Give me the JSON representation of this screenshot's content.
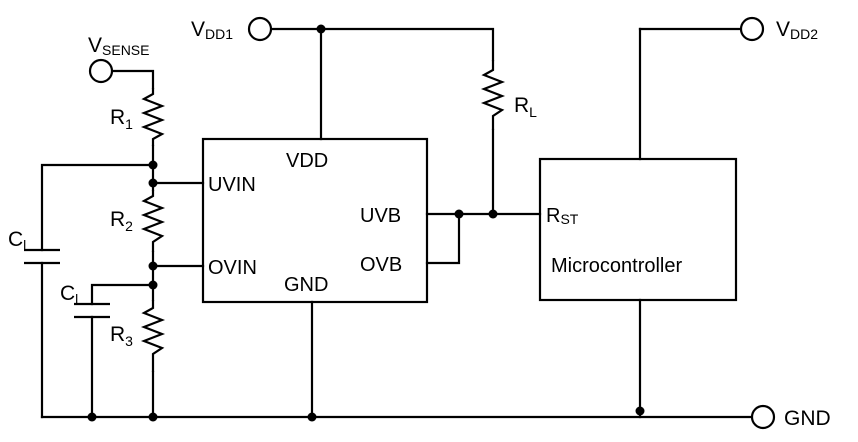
{
  "labels": {
    "vsense": {
      "main": "V",
      "sub": "SENSE"
    },
    "vdd1": {
      "main": "V",
      "sub": "DD1"
    },
    "vdd2": {
      "main": "V",
      "sub": "DD2"
    },
    "gnd": "GND",
    "r1": {
      "main": "R",
      "sub": "1"
    },
    "r2": {
      "main": "R",
      "sub": "2"
    },
    "r3": {
      "main": "R",
      "sub": "3"
    },
    "rl": {
      "main": "R",
      "sub": "L"
    },
    "cl_left": {
      "main": "C",
      "sub": "l"
    },
    "cl_inner": {
      "main": "C",
      "sub": "l"
    }
  },
  "ic": {
    "pins": {
      "vdd": "VDD",
      "uvin": "UVIN",
      "ovin": "OVIN",
      "gnd": "GND",
      "uvb": "UVB",
      "ovb": "OVB"
    }
  },
  "mcu": {
    "name": "Microcontroller",
    "rst": {
      "main": "R",
      "sub": "ST"
    }
  }
}
